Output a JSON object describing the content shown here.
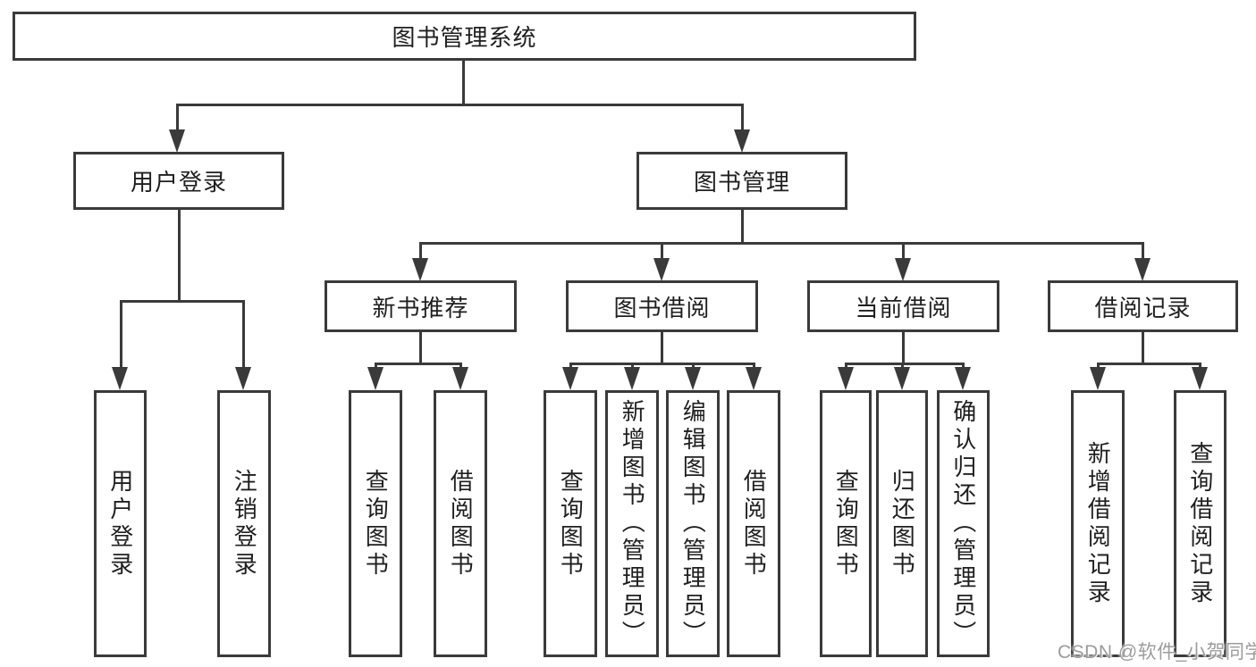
{
  "colors": {
    "line": "#3a3a3a",
    "text": "#1f1f1f",
    "background": "#ffffff",
    "watermark_text": "#9c9c9c"
  },
  "watermark": {
    "text": "CSDN @软件_小贺同学"
  },
  "diagram": {
    "root": {
      "label": "图书管理系统"
    },
    "level2": [
      {
        "label": "用户登录",
        "children": [
          {
            "label": "用户登录"
          },
          {
            "label": "注销登录"
          }
        ]
      },
      {
        "label": "图书管理",
        "children": [
          {
            "label": "新书推荐",
            "children": [
              {
                "label": "查询图书"
              },
              {
                "label": "借阅图书"
              }
            ]
          },
          {
            "label": "图书借阅",
            "children": [
              {
                "label": "查询图书"
              },
              {
                "label": "新增图书（管理员）"
              },
              {
                "label": "编辑图书（管理员）"
              },
              {
                "label": "借阅图书"
              }
            ]
          },
          {
            "label": "当前借阅",
            "children": [
              {
                "label": "查询图书"
              },
              {
                "label": "归还图书"
              },
              {
                "label": "确认归还（管理员）"
              }
            ]
          },
          {
            "label": "借阅记录",
            "children": [
              {
                "label": "新增借阅记录"
              },
              {
                "label": "查询借阅记录"
              }
            ]
          }
        ]
      }
    ]
  }
}
